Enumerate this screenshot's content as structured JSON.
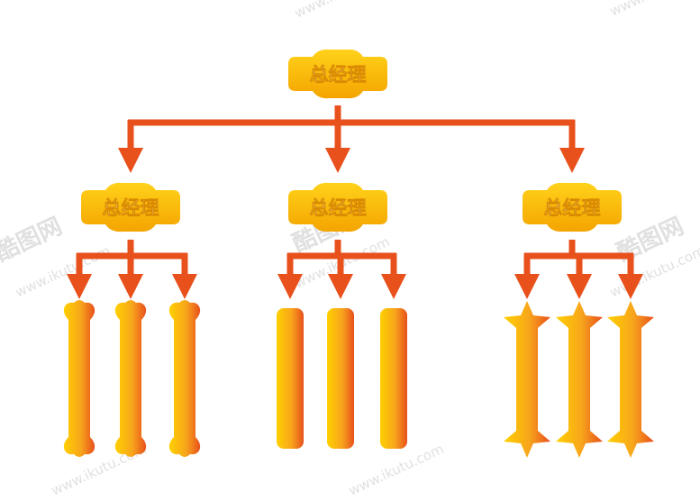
{
  "colors": {
    "arrow": "#e8501c",
    "box_top": "#ffd21a",
    "box_bottom": "#f4a400",
    "shape_left": "#ffd000",
    "shape_right": "#e8501c"
  },
  "root": {
    "label": "总经理"
  },
  "children": [
    {
      "label": "总经理",
      "shape": "bone",
      "count": 3
    },
    {
      "label": "总经理",
      "shape": "pill",
      "count": 3
    },
    {
      "label": "总经理",
      "shape": "star-bar",
      "count": 3
    }
  ],
  "watermark": {
    "url": "www.ikutu.com",
    "brand": "酷图网"
  }
}
